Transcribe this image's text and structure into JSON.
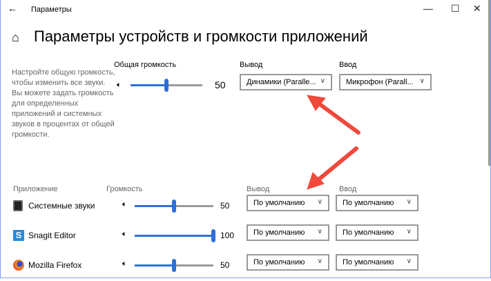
{
  "window": {
    "title": "Параметры",
    "minimize": "—",
    "maximize": "☐",
    "close": "✕",
    "back": "←"
  },
  "page": {
    "title": "Параметры устройств и громкости приложений",
    "home_icon": "⌂"
  },
  "master": {
    "description": "Настройте общую громкость, чтобы изменить все звуки. Вы можете задать громкость для определенных приложений и системных звуков в процентах от общей громкости.",
    "volume_label": "Общая громкость",
    "volume": 50,
    "volume_text": "50",
    "output_label": "Вывод",
    "output_value": "Динамики (Paralle...",
    "input_label": "Ввод",
    "input_value": "Микрофон (Parall..."
  },
  "apps_header": {
    "app": "Приложение",
    "volume": "Громкость",
    "output": "Вывод",
    "input": "Ввод"
  },
  "apps": [
    {
      "name": "Системные звуки",
      "volume": 50,
      "volume_text": "50",
      "output": "По умолчанию",
      "input": "По умолчанию"
    },
    {
      "name": "Snagit Editor",
      "volume": 100,
      "volume_text": "100",
      "output": "По умолчанию",
      "input": "По умолчанию"
    },
    {
      "name": "Mozilla Firefox",
      "volume": 50,
      "volume_text": "50",
      "output": "По умолчанию",
      "input": "По умолчанию"
    }
  ],
  "colors": {
    "accent": "#2e6fd6",
    "arrow": "#ef4a3c"
  }
}
